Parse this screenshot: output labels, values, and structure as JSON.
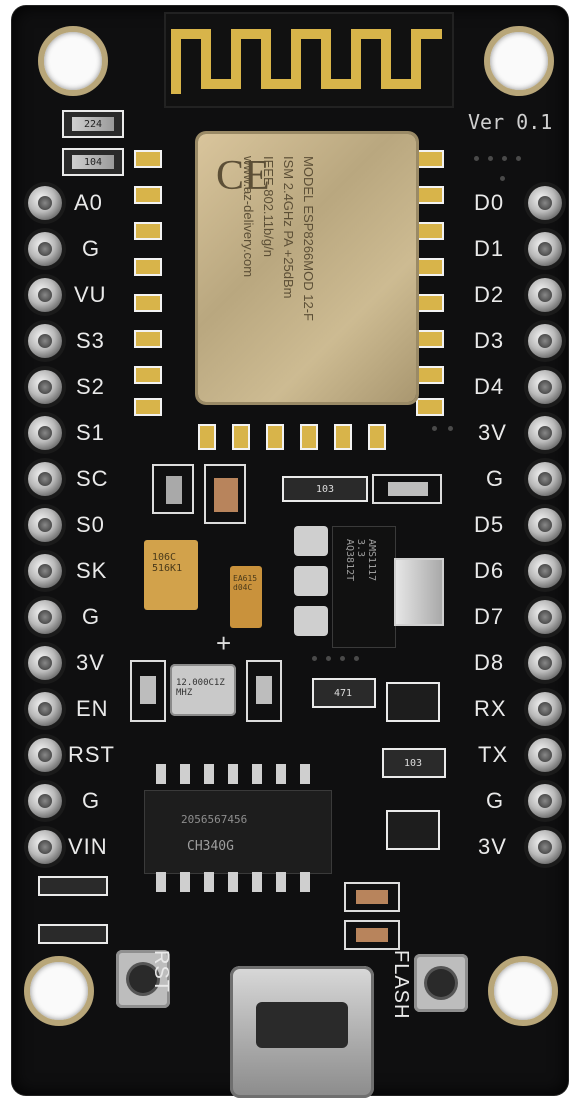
{
  "board": {
    "version_label": "Ver 0.1",
    "left_pins": [
      "A0",
      "G",
      "VU",
      "S3",
      "S2",
      "S1",
      "SC",
      "S0",
      "SK",
      "G",
      "3V",
      "EN",
      "RST",
      "G",
      "VIN"
    ],
    "right_pins": [
      "D0",
      "D1",
      "D2",
      "D3",
      "D4",
      "3V",
      "G",
      "D5",
      "D6",
      "D7",
      "D8",
      "RX",
      "TX",
      "G",
      "3V"
    ],
    "module": {
      "line1": "MODEL ESP8266MOD 12-F",
      "line2": "ISM 2.4GHz PA +25dBm",
      "line3": "IEEE 802.11b/g/n",
      "line4": "www.az-delivery.com"
    },
    "buttons": {
      "rst_label": "RST",
      "flash_label": "FLASH"
    },
    "components": {
      "res_top1": "224",
      "res_top2": "104",
      "res_mid": "103",
      "res_mid2": "471",
      "res_mid3": "103",
      "cap_tantalum": "106C\n516K1",
      "cap_small": "EA615\nd04C",
      "crystal": "12.000C1Z\nMHZ",
      "regulator": "AMS1117\n3.3 AQ3812T",
      "ch340": "CH340G",
      "ch340_code": "2056567456"
    }
  },
  "colors": {
    "board": "#0f0f10",
    "silkscreen": "#e9e9e9",
    "gold": "#d8b44a",
    "module": "#cdbb92"
  }
}
